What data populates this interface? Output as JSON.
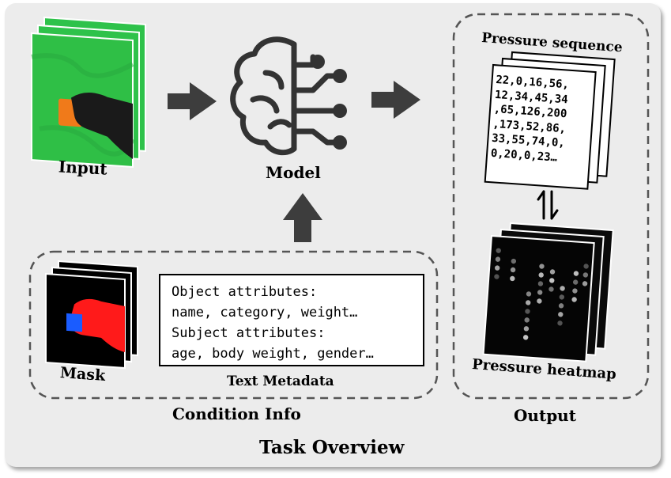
{
  "title": "Task Overview",
  "input": {
    "label": "Input"
  },
  "model": {
    "label": "Model"
  },
  "condition": {
    "label": "Condition Info",
    "mask_label": "Mask",
    "text_metadata_label": "Text Metadata",
    "text_metadata_lines": [
      "Object attributes:",
      "name, category, weight…",
      "Subject attributes:",
      "age, body weight, gender…"
    ]
  },
  "output": {
    "label": "Output",
    "pressure_sequence_label": "Pressure sequence",
    "pressure_sequence_rows": [
      "22,0,16,56,",
      "12,34,45,34",
      ",65,126,200",
      ",173,52,86,",
      "33,55,74,0,",
      "0,20,0,23…"
    ],
    "pressure_heatmap_label": "Pressure heatmap"
  },
  "colors": {
    "panel": "#ececec",
    "arrow": "#3d3d3d",
    "green_screen": "#2ec24a",
    "mask_red": "#ff1a1a",
    "mask_blue": "#1a5cff",
    "object_orange": "#f07a1a"
  },
  "icons": [
    "brain-circuit-icon",
    "swap-vertical-arrows-icon"
  ]
}
